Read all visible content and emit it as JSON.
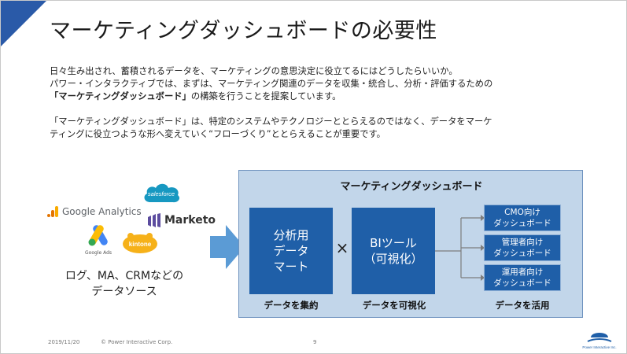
{
  "title": "マーケティングダッシュボードの必要性",
  "body": {
    "line1": "日々生み出され、蓄積されるデータを、マーケティングの意思決定に役立てるにはどうしたらいいか。",
    "line2": "パワー・インタラクティブでは、まずは、マーケティング関連のデータを収集・統合し、分析・評価するための",
    "line3_bold": "「マーケティングダッシュボード」",
    "line3_rest": "の構築を行うことを提案しています。",
    "line4": "「マーケティングダッシュボード」は、特定のシステムやテクノロジーととらえるのではなく、データをマーケ",
    "line5": "ティングに役立つような形へ変えていく“フローづくり”ととらえることが重要です。"
  },
  "sources": {
    "salesforce": "salesforce",
    "google_analytics": "Google Analytics",
    "marketo": "Marketo",
    "google_ads": "Google Ads",
    "kintone": "kintone",
    "caption_line1": "ログ、MA、CRMなどの",
    "caption_line2": "データソース"
  },
  "dashboard": {
    "title": "マーケティングダッシュボード",
    "block1": [
      "分析用",
      "データ",
      "マート"
    ],
    "times": "×",
    "block2": [
      "BIツール",
      "（可視化）"
    ],
    "outputs": [
      [
        "CMO向け",
        "ダッシュボード"
      ],
      [
        "管理者向け",
        "ダッシュボード"
      ],
      [
        "運用者向け",
        "ダッシュボード"
      ]
    ],
    "captions": [
      "データを集約",
      "データを可視化",
      "データを活用"
    ]
  },
  "footer": {
    "date": "2019/11/20",
    "copyright": "© Power Interactive Corp.",
    "page": "9",
    "logo_text": "Power Interactive Inc."
  },
  "colors": {
    "accent": "#2a5aa8",
    "block": "#1f5fa8",
    "panel": "#c2d6ea",
    "arrow": "#5b9bd5"
  },
  "icons": [
    "google-analytics-icon",
    "salesforce-cloud-icon",
    "marketo-icon",
    "google-ads-icon",
    "kintone-icon",
    "arrow-right-icon",
    "power-interactive-logo-icon"
  ]
}
